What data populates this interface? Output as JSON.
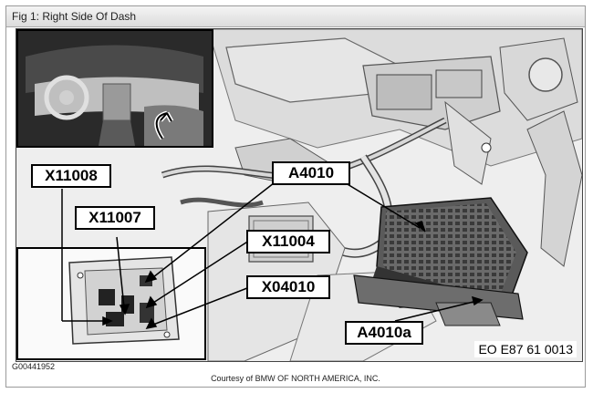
{
  "window": {
    "title": "Fig 1: Right Side Of Dash"
  },
  "figure": {
    "callouts": {
      "x11008": "X11008",
      "x11007": "X11007",
      "x11004": "X11004",
      "x04010": "X04010",
      "a4010": "A4010",
      "a4010a": "A4010a"
    },
    "reference_code": "EO E87 61 0013",
    "image_id": "G00441952",
    "courtesy": "Courtesy of BMW OF NORTH AMERICA, INC."
  }
}
